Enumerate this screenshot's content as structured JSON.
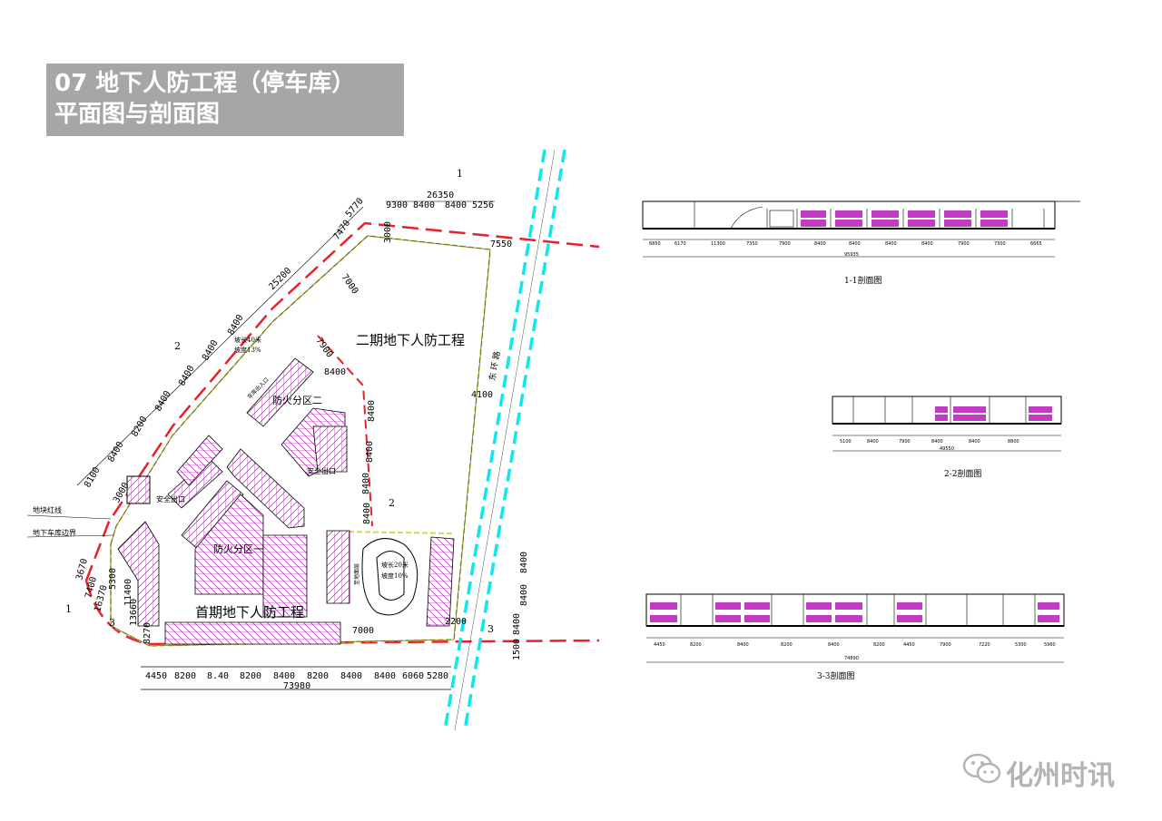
{
  "title": {
    "line1": "07 地下人防工程（停车库）",
    "line2": "平面图与剖面图"
  },
  "plan": {
    "phase1_label": "首期地下人防工程",
    "phase2_label": "二期地下人防工程",
    "zone1": "防火分区一",
    "zone2": "防火分区二",
    "exit_a": "安全出口",
    "exit_b": "安全出口",
    "legend_red": "地块红线",
    "legend_basement": "地下车库边界",
    "ramp1_a": "坡长40米",
    "ramp1_b": "坡度13%",
    "ramp2_a": "坡长20米",
    "ramp2_b": "坡度10%",
    "road_label": "东 环 路",
    "ramp_note_1": "车库出入口",
    "ramp_note_2": "至地面层",
    "section_marks": [
      "1",
      "1",
      "2",
      "2",
      "3",
      "3"
    ],
    "bottom_dims": [
      "4450",
      "8200",
      "8.40",
      "8200",
      "8400",
      "8200",
      "8400",
      "8400",
      "6060",
      "5280"
    ],
    "bottom_total": "73980",
    "top_dims": [
      "9300",
      "8400",
      "8400",
      "5256"
    ],
    "top_total": "26350",
    "diag_dims": [
      "8100",
      "8400",
      "8200",
      "8400",
      "8400",
      "8400",
      "8400",
      "25200",
      "7470",
      "5770"
    ],
    "misc_dims": [
      "3000",
      "7550",
      "7000",
      "7900",
      "8400",
      "8400",
      "8400",
      "8400",
      "8400",
      "4100",
      "3000",
      "7000",
      "2200",
      "1500",
      "8400",
      "8400",
      "8400",
      "3670",
      "7400",
      "16370",
      "5300",
      "13660",
      "8270",
      "11400"
    ]
  },
  "sections": {
    "s1_title": "1-1剖面图",
    "s2_title": "2-2剖面图",
    "s3_title": "3-3剖面图",
    "s1_dims": [
      "6850",
      "6170",
      "11300",
      "7350",
      "7900",
      "8400",
      "8400",
      "8400",
      "8400",
      "7900",
      "7300",
      "6665"
    ],
    "s1_total": "95935",
    "s2_dims": [
      "5100",
      "8400",
      "7900",
      "8400",
      "8400",
      "8800"
    ],
    "s2_total": "49550",
    "s3_dims": [
      "4450",
      "8200",
      "8400",
      "8200",
      "8400",
      "8200",
      "4450",
      "7900",
      "7220",
      "5300",
      "5960"
    ],
    "s3_total": "74890"
  },
  "watermark": {
    "text": "化州时讯"
  },
  "colors": {
    "title_bg": "#a6a6a6",
    "red_line": "#e8202a",
    "cyan_road": "#10e6ee",
    "yellow_boundary": "#d6d64a",
    "parking": "#c23bc4"
  }
}
